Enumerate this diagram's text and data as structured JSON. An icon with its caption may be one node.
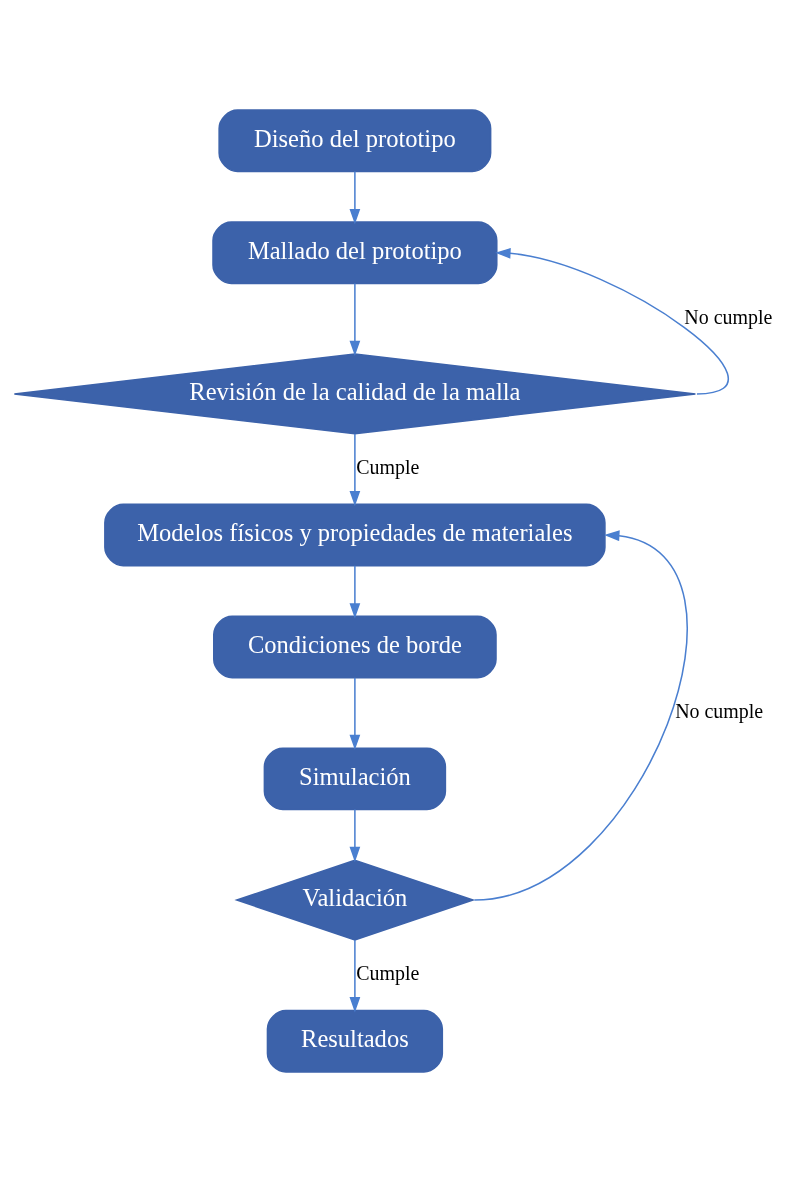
{
  "diagram": {
    "nodes": [
      {
        "text": [
          "Diseño del prototipo"
        ]
      },
      {
        "text": [
          "Mallado del prototipo"
        ]
      },
      {
        "text": [
          "Revisión de la calidad de la malla"
        ]
      },
      {
        "text": [
          "Modelos físicos y propiedades de materiales"
        ]
      },
      {
        "text": [
          "Condiciones de borde"
        ]
      },
      {
        "text": [
          "Simulación"
        ]
      },
      {
        "text": [
          "Validación"
        ]
      },
      {
        "text": [
          "Resultados"
        ]
      }
    ],
    "edges": [
      {
        "from": 0,
        "to": 1,
        "arrow": "to"
      },
      {
        "from": 1,
        "to": 2,
        "arrow": "to"
      },
      {
        "from": 2,
        "to": 3,
        "arrow": "to",
        "label": "Cumple"
      },
      {
        "from": 3,
        "to": 4,
        "arrow": "to"
      },
      {
        "from": 4,
        "to": 5,
        "arrow": "to"
      },
      {
        "from": 5,
        "to": 6,
        "arrow": "to"
      },
      {
        "from": 6,
        "to": 7,
        "arrow": "to",
        "label": "Cumple"
      },
      {
        "from": 2,
        "to": 1,
        "arrow": "to",
        "label": "No cumple"
      },
      {
        "from": 6,
        "to": 3,
        "arrow": "to",
        "label": "No cumple"
      }
    ]
  }
}
